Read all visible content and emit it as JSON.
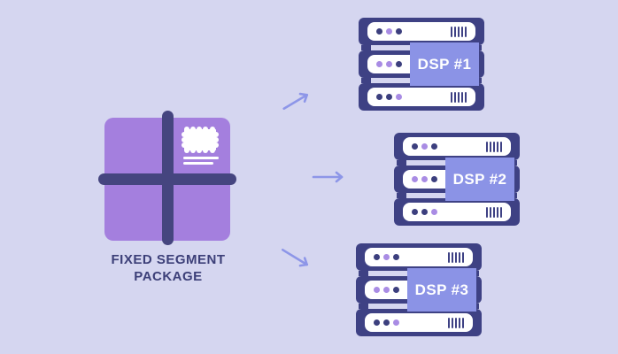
{
  "diagram": {
    "title": "fixed segment package distribution to DSPs"
  },
  "package": {
    "label_line1": "FIXED SEGMENT",
    "label_line2": "PACKAGE",
    "icon": "gift-package-icon",
    "stamp": "postage-stamp-icon",
    "address_lines": 2
  },
  "stacks": [
    {
      "label": "DSP #1",
      "rows": [
        {
          "dots": [
            "dark",
            "light",
            "dark"
          ],
          "grill_bars": 5
        },
        {
          "dots": [
            "light",
            "light",
            "dark"
          ],
          "grill_bars": 5
        },
        {
          "dots": [
            "dark",
            "dark",
            "light"
          ],
          "grill_bars": 5
        }
      ]
    },
    {
      "label": "DSP #2",
      "rows": [
        {
          "dots": [
            "dark",
            "light",
            "dark"
          ],
          "grill_bars": 5
        },
        {
          "dots": [
            "light",
            "light",
            "dark"
          ],
          "grill_bars": 5
        },
        {
          "dots": [
            "dark",
            "dark",
            "light"
          ],
          "grill_bars": 5
        }
      ]
    },
    {
      "label": "DSP #3",
      "rows": [
        {
          "dots": [
            "dark",
            "light",
            "dark"
          ],
          "grill_bars": 5
        },
        {
          "dots": [
            "light",
            "light",
            "dark"
          ],
          "grill_bars": 5
        },
        {
          "dots": [
            "dark",
            "dark",
            "light"
          ],
          "grill_bars": 5
        }
      ]
    }
  ],
  "arrows": [
    {
      "name": "arrow-to-dsp1",
      "direction": "up-right"
    },
    {
      "name": "arrow-to-dsp2",
      "direction": "right"
    },
    {
      "name": "arrow-to-dsp3",
      "direction": "down-right"
    }
  ],
  "colors": {
    "background": "#d5d6f0",
    "navy": "#3e4184",
    "ribbon_navy": "#45457f",
    "package_purple": "#a47fde",
    "light_dot_purple": "#a98ce4",
    "badge_periwinkle": "#8b93e6",
    "arrow_periwinkle": "#8d96e8",
    "label_navy": "#3c3f78",
    "white": "#ffffff"
  }
}
